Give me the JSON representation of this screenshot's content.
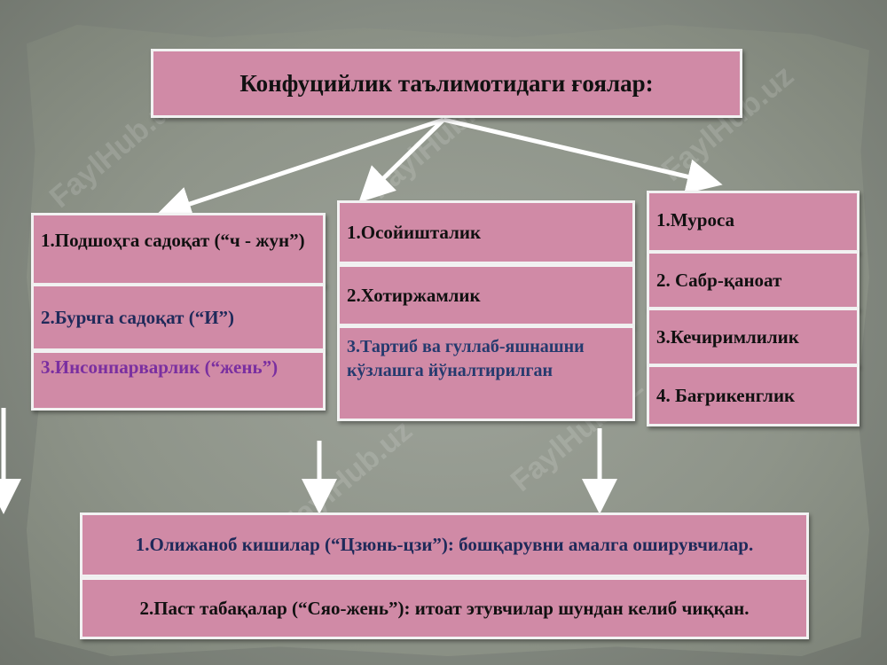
{
  "title": "Конфуцийлик таълимотидаги ғоялар:",
  "columns": [
    {
      "items": [
        {
          "text": "1.Подшоҳга садоқат (“ч - жун”)",
          "color": "#1a1a1a"
        },
        {
          "text": "2.Бурчга садоқат (“И”)",
          "color": "#1f2a5a"
        },
        {
          "text": "3.Инсонпарварлик (“жень”)",
          "color": "#7a2fa0"
        }
      ]
    },
    {
      "items": [
        {
          "text": "1.Осойишталик",
          "color": "#1a1a1a"
        },
        {
          "text": "2.Хотиржамлик",
          "color": "#1a1a1a"
        },
        {
          "text": "3.Тартиб ва гуллаб-яшнашни кўзлашга йўналтирилган",
          "color": "#253a6e"
        }
      ]
    },
    {
      "items": [
        {
          "text": "1.Муроса",
          "color": "#1a1a1a"
        },
        {
          "text": "2. Сабр-қаноат",
          "color": "#1a1a1a"
        },
        {
          "text": "3.Кечиримлилик",
          "color": "#1a1a1a"
        },
        {
          "text": "4. Бағрикенглик",
          "color": "#1a1a1a"
        }
      ]
    }
  ],
  "bottom": [
    {
      "text": "1.Олижаноб кишилар (“Цзюнь-цзи”): бошқарувни амалга оширувчилар.",
      "color": "#1f2a5a"
    },
    {
      "text": "2.Паст табақалар (“Сяо-жень”): итоат этувчилар шундан келиб чиққан.",
      "color": "#1a1a1a"
    }
  ],
  "watermark": "FaylHub.uz",
  "colors": {
    "box_fill": "#d08aa6",
    "box_border": "#f2f2f2",
    "arrow": "#ffffff"
  }
}
